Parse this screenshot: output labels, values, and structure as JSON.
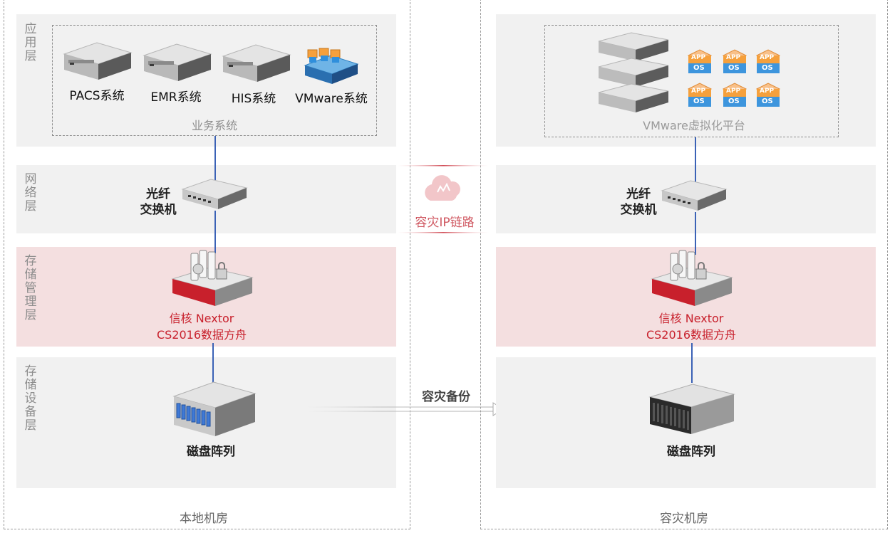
{
  "local": {
    "room_label": "本地机房",
    "layers": {
      "app": "应用层",
      "network": "网络层",
      "storage_mgmt": "存储管理层",
      "storage_device": "存储设备层"
    },
    "apps": [
      "PACS系统",
      "EMR系统",
      "HIS系统",
      "VMware系统"
    ],
    "business_caption": "业务系统",
    "switch_label": [
      "光纤",
      "交换机"
    ],
    "nextor_label": [
      "信核 Nextor",
      "CS2016数据方舟"
    ],
    "disk_label": "磁盘阵列"
  },
  "remote": {
    "room_label": "容灾机房",
    "vm_caption": "VMware虚拟化平台",
    "os_icon_text": {
      "top": "APP",
      "bottom": "OS"
    },
    "switch_label": [
      "光纤",
      "交换机"
    ],
    "nextor_label": [
      "信核 Nextor",
      "CS2016数据方舟"
    ],
    "disk_label": "磁盘阵列"
  },
  "link": {
    "ip_label": "容灾IP链路",
    "backup_label": "容灾备份"
  },
  "colors": {
    "band": "#f1f1f1",
    "band_red": "#f4dfe0",
    "accent_red": "#c8202c",
    "link_blue": "#3b62b6"
  }
}
